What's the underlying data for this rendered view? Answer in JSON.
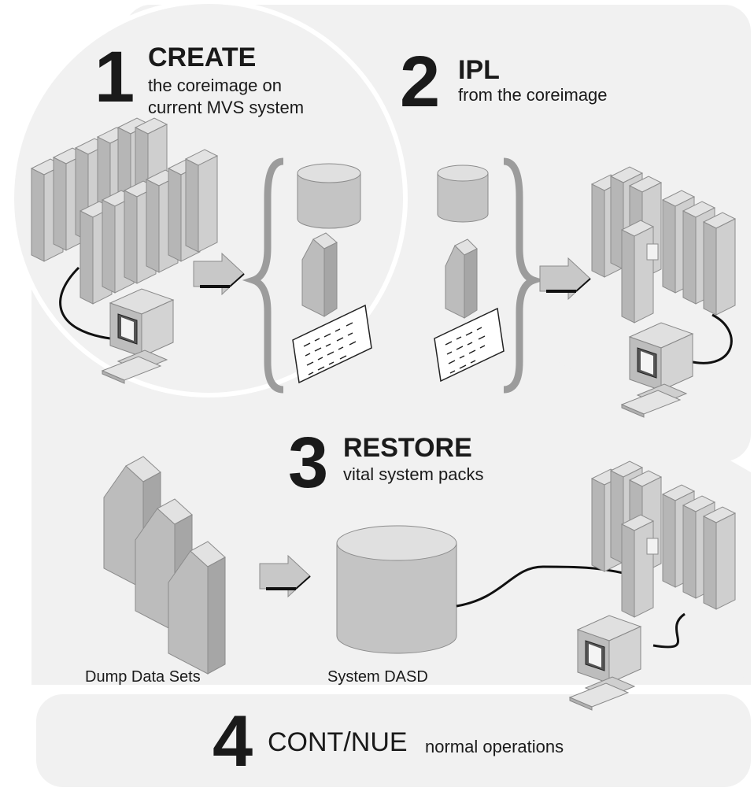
{
  "steps": [
    {
      "number": "1",
      "title": "CREATE",
      "line1": "the coreimage on",
      "line2": "current MVS system"
    },
    {
      "number": "2",
      "title": "IPL",
      "line1": "from the coreimage"
    },
    {
      "number": "3",
      "title": "RESTORE",
      "line1": "vital system packs"
    },
    {
      "number": "4",
      "title": "CONT/NUE",
      "line1": "normal operations"
    }
  ],
  "labels": {
    "dump_data_sets": "Dump Data Sets",
    "system_dasd": "System DASD"
  },
  "colors": {
    "panel": "#f1f1f1",
    "equipment": "#c4c4c4",
    "equipment_dark": "#8c8c8c",
    "text": "#1a1a1a"
  }
}
